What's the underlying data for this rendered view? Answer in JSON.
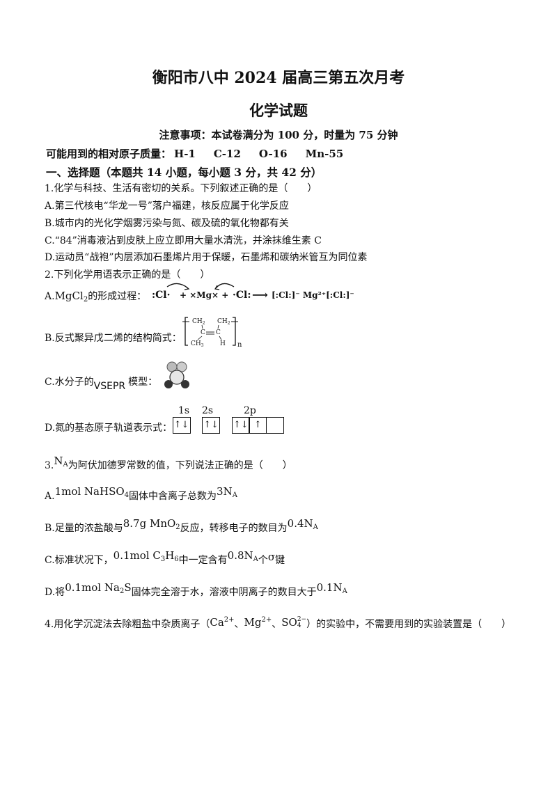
{
  "header": {
    "title": "衡阳市八中 2024 届高三第五次月考",
    "subtitle": "化学试题",
    "note": "注意事项：本试卷满分为 100 分，时量为 75 分钟",
    "atoms_label": "可能用到的相对原子质量：",
    "atoms": [
      "H-1",
      "C-12",
      "O-16",
      "Mn-55"
    ],
    "section": "一、选择题（本题共 14 小题，每小题 3 分，共 42 分）"
  },
  "q1": {
    "stem": "1.化学与科技、生活有密切的关系。下列叙述正确的是（　　）",
    "a": "A.第三代核电“华龙一号”落户福建，核反应属于化学反应",
    "b": "B.城市内的光化学烟雾污染与氮、碳及硫的氧化物都有关",
    "c": "C.“84”消毒液沾到皮肤上应立即用大量水清洗，并涂抹维生素 C",
    "d": "D.运动员“战袍”内层添加石墨烯片用于保暖，石墨烯和碳纳米管互为同位素"
  },
  "q2": {
    "stem": "2.下列化学用语表示正确的是（　　）",
    "a_pre": "A.",
    "a_formula": "MgCl",
    "a_sub": "2",
    "a_post": "的形成过程：",
    "a_eq": "+ ×Mg× +",
    "a_arrow": "⟶",
    "a_product": "[:Cl:]⁻ Mg²⁺[:Cl:]⁻",
    "b": "B.反式聚异戊二烯的结构简式：",
    "b_groups": [
      "CH",
      "CH",
      "CH",
      "H",
      "C",
      "C"
    ],
    "b_subs": [
      "2",
      "2",
      "3"
    ],
    "b_n": "n",
    "c_pre": "C.水分子的",
    "c_model": "VSEPR",
    "c_post": "模型：",
    "d": "D.氮的基态原子轨道表示式：",
    "d_orbitals": [
      "1s",
      "2s",
      "2p"
    ],
    "d_boxes": [
      "↑↓",
      "↑↓",
      "↑↓",
      "↑",
      ""
    ]
  },
  "q3": {
    "num": "3.",
    "na": "N",
    "na_sub": "A",
    "stem": "为阿伏加德罗常数的值，下列说法正确的是（　　）",
    "a_pre": "A.",
    "a_f1": "1mol NaHSO",
    "a_f1_sub": "4",
    "a_mid": "固体中含离子总数为",
    "a_val": "3N",
    "a_val_sub": "A",
    "b_pre": "B.足量的浓盐酸与",
    "b_f": "8.7g MnO",
    "b_f_sub": "2",
    "b_mid": "反应，转移电子的数目为",
    "b_val": "0.4N",
    "b_val_sub": "A",
    "c_pre": "C.标准状况下，",
    "c_f": "0.1mol C",
    "c_f_s1": "3",
    "c_f_h": "H",
    "c_f_s2": "6",
    "c_mid": "中一定含有",
    "c_val": "0.8N",
    "c_val_sub": "A",
    "c_post": "个",
    "c_sigma": "σ",
    "c_end": "键",
    "d_pre": "D.将",
    "d_f": "0.1mol Na",
    "d_f_sub": "2",
    "d_f_s": "S",
    "d_mid": "固体完全溶于水，溶液中阴离子的数目大于",
    "d_val": "0.1N",
    "d_val_sub": "A"
  },
  "q4": {
    "pre": "4.用化学沉淀法去除粗盐中杂质离子（",
    "ion1": "Ca",
    "ion1_sup": "2+",
    "sep": "、",
    "ion2": "Mg",
    "ion2_sup": "2+",
    "ion3": "SO",
    "ion3_sub": "4",
    "ion3_sup": "2−",
    "post": "）的实验中，不需要用到的实验装置是（　　）"
  }
}
